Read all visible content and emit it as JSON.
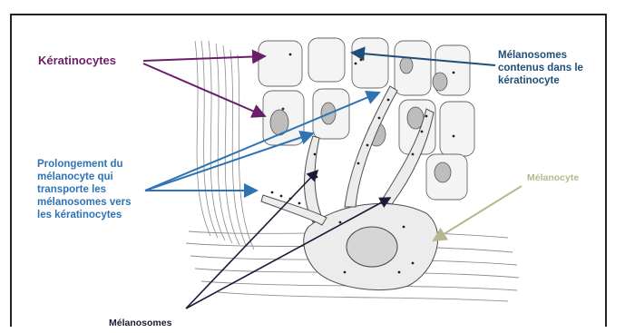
{
  "labels": {
    "keratinocytes": "Kératinocytes",
    "melanosomes_contenus": "Mélanosomes\ncontenus dans le\nkératinocyte",
    "prolongement": "Prolongement du\nmélanocyte qui\ntransporte les\nmélanosomes vers\nles kératinocytes",
    "melanocyte": "Mélanocyte",
    "melanosomes": "Mélanosomes"
  },
  "colors": {
    "keratinocytes": "#6b1f6b",
    "melanosomes_contenus": "#1f4e79",
    "prolongement": "#2e74b5",
    "melanocyte": "#b7b78f",
    "melanosomes": "#1a1a3a",
    "sketch": "#555555"
  }
}
